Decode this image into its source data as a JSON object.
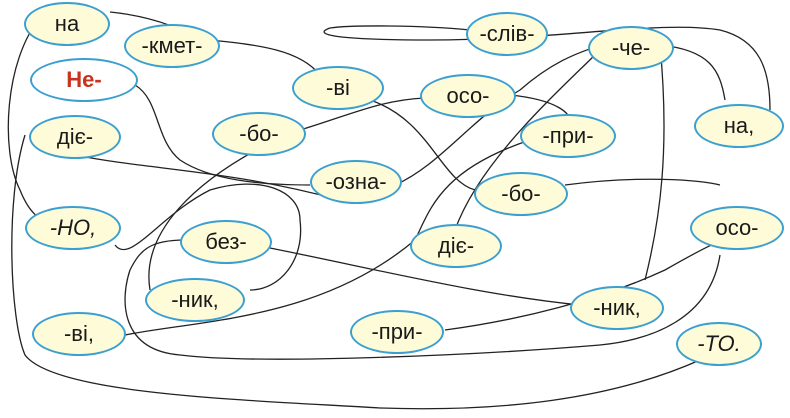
{
  "colors": {
    "ellipse_fill": "#fefcd8",
    "ellipse_border": "#3b9fd0",
    "start_text": "#c8321e",
    "line": "#222222"
  },
  "syllables": {
    "na_tl": "на",
    "ne_start": "Не-",
    "die_l": "діє-",
    "no": "-НО,",
    "vi_bl": "-ві,",
    "kmet": "-кмет-",
    "vi_top": "-ві",
    "bo_mid": "-бо-",
    "oso_top": "осо-",
    "ozna": "-озна-",
    "bez": "без-",
    "nyk_l": "-ник,",
    "sliv": "-слів-",
    "che": "-че-",
    "pry_top": "-при-",
    "na_r": "на,",
    "bo_r": "-бо-",
    "die_c": "діє-",
    "oso_r": "осо-",
    "nyk_r": "-ник,",
    "pry_bot": "-при-",
    "to": "-ТО."
  }
}
